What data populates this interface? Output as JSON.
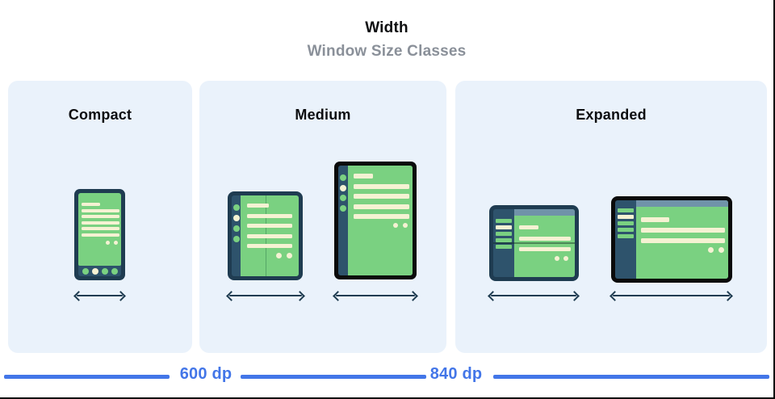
{
  "header": {
    "title": "Width",
    "subtitle": "Window Size Classes"
  },
  "panels": [
    {
      "id": "compact",
      "label": "Compact",
      "devices": [
        "phone-portrait"
      ]
    },
    {
      "id": "medium",
      "label": "Medium",
      "devices": [
        "foldable-portrait",
        "tablet-portrait"
      ]
    },
    {
      "id": "expanded",
      "label": "Expanded",
      "devices": [
        "foldable-landscape",
        "tablet-landscape"
      ]
    }
  ],
  "breakpoints": [
    {
      "label": "600 dp"
    },
    {
      "label": "840 dp"
    }
  ],
  "colors": {
    "panel_background": "#eaf2fb",
    "frame_navy": "#1f3c51",
    "frame_black": "#0b0b0b",
    "rail_navy": "#2e536c",
    "screen_green": "#7ad181",
    "content_cream": "#f5f2d3",
    "fold_line_green": "#56a766",
    "top_bar_blue_gray": "#7093a9",
    "breakpoint_blue": "#4376e8",
    "subtitle_gray": "#8a9099"
  }
}
